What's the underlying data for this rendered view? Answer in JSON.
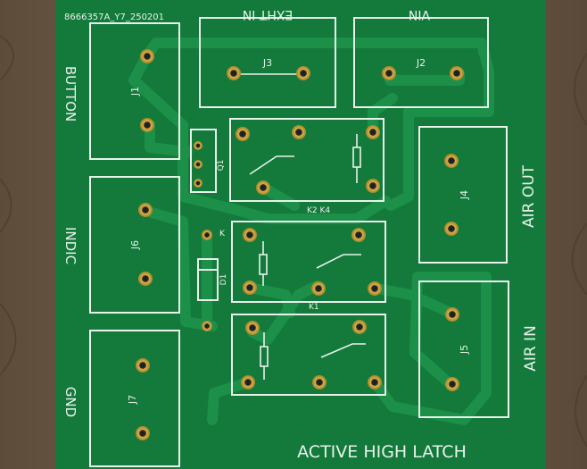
{
  "board": {
    "part_number": "8666357A_Y7_250201",
    "top_left_label": "EXHT IN",
    "top_right_label": "VIN",
    "left_labels": {
      "button": "BUTTON",
      "indic": "INDIC",
      "gnd": "GND"
    },
    "right_labels": {
      "air_out": "AIR OUT",
      "air_in": "AIR IN"
    },
    "bottom_title": "ACTIVE HIGH LATCH"
  },
  "designators": {
    "j1": "J1",
    "j2": "J2",
    "j3": "J3",
    "j4": "J4",
    "j5": "J5",
    "j6": "J6",
    "j7": "J7",
    "q1": "Q1",
    "d1": "D1",
    "k_mark": "K",
    "k1": "K1",
    "k2k4": "K2 K4"
  },
  "colors": {
    "wood": "#6b5a48",
    "pcb": "#137a3c",
    "trace": "#1b8c48",
    "silk": "#e9f2ea",
    "pad": "#c9a23a"
  }
}
